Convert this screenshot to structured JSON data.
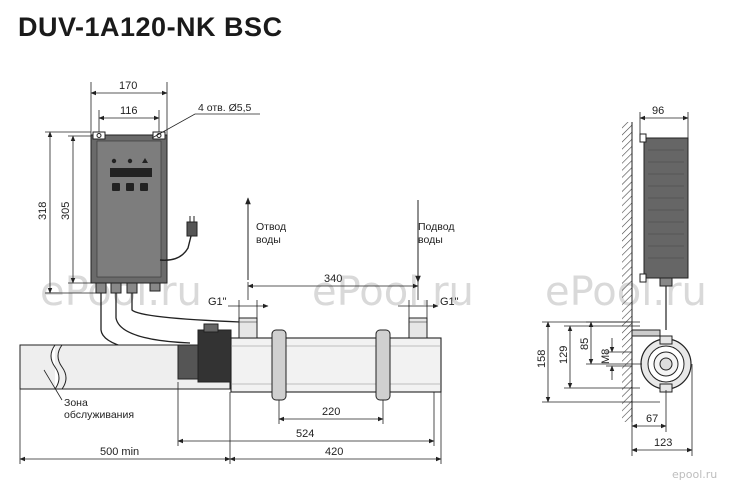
{
  "title": "DUV-1A120-NK BSC",
  "dimensions": {
    "d170": "170",
    "d116": "116",
    "d318": "318",
    "d305": "305",
    "d340": "340",
    "d220": "220",
    "d524": "524",
    "d500": "500 min",
    "d420": "420",
    "d96": "96",
    "d158": "158",
    "d129": "129",
    "d85": "85",
    "dM8": "M8",
    "d67": "67",
    "d123": "123",
    "g1_left": "G1\"",
    "g1_right": "G1\""
  },
  "labels": {
    "holes": "4 отв. Ø5,5",
    "outlet_1": "Отвод",
    "outlet_2": "воды",
    "inlet_1": "Подвод",
    "inlet_2": "воды",
    "zone_1": "Зона",
    "zone_2": "обслуживания"
  },
  "watermark": "ePool.ru",
  "logo": "epool.ru"
}
